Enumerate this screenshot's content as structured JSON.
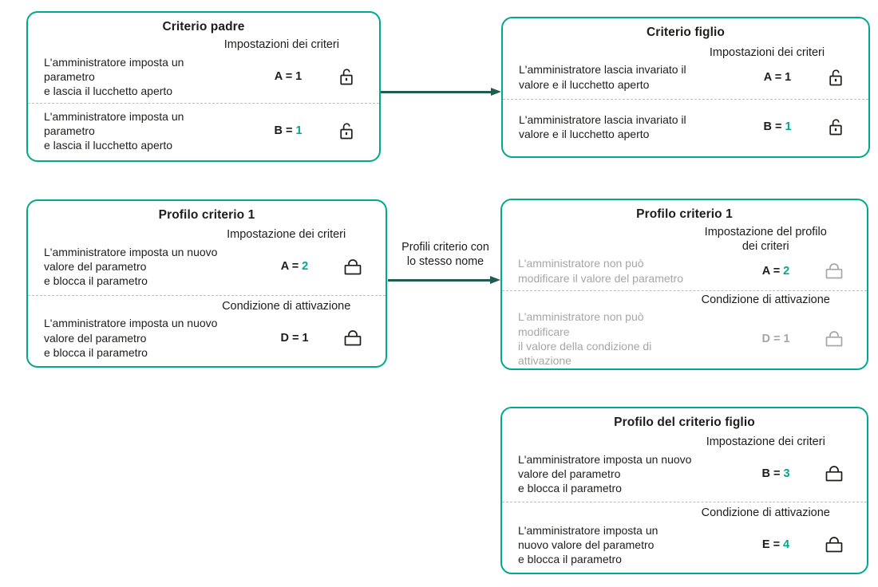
{
  "colors": {
    "accent": "#00a88e",
    "arrow": "#205c52",
    "text": "#1d1d1b",
    "muted_text": "#a6a6a6"
  },
  "arrows": {
    "inheritance": {
      "label": ""
    },
    "profiles_link": {
      "label": "Profili criterio con\nlo stesso nome"
    }
  },
  "boxes": {
    "parent_policy": {
      "title": "Criterio padre",
      "segments": [
        {
          "label": "Impostazioni dei criteri",
          "text": "L'amministratore imposta un\nparametro\n e lascia il lucchetto aperto",
          "value_label": "A =",
          "value_number": "1",
          "lock": "open"
        },
        {
          "text": "L'amministratore imposta un\nparametro\n e lascia il lucchetto aperto",
          "value_label": "B =",
          "value_number": "1",
          "lock": "open"
        }
      ]
    },
    "child_policy": {
      "title": "Criterio figlio",
      "segments": [
        {
          "label": "Impostazioni dei criteri",
          "text": "L'amministratore lascia invariato il\nvalore e il lucchetto aperto",
          "value_label": "A =",
          "value_number": "1",
          "lock": "open"
        },
        {
          "text": "L'amministratore lascia invariato il\nvalore e il lucchetto aperto",
          "value_label": "B =",
          "value_number": "1",
          "lock": "open"
        }
      ]
    },
    "policy_profile_1": {
      "title": "Profilo criterio 1",
      "segments": [
        {
          "label": "Impostazione dei criteri",
          "text": "L'amministratore imposta un nuovo\nvalore del parametro\n e blocca il parametro",
          "value_label": "A =",
          "value_number": "2",
          "lock": "closed"
        },
        {
          "label": "Condizione di attivazione",
          "text": "L'amministratore imposta un nuovo\nvalore del parametro\n e blocca il parametro",
          "value_label": "D =",
          "value_number": "1",
          "lock": "closed"
        }
      ]
    },
    "applied_policy_profile": {
      "title": "Profilo criterio 1",
      "segments": [
        {
          "label": "Impostazione del profilo\ndei criteri",
          "text": "L'amministratore non può\nmodificare il valore del parametro",
          "value_label": "A =",
          "value_number": "2",
          "lock": "closed"
        },
        {
          "label": "Condizione di attivazione",
          "text": "L'amministratore non può\nmodificare\n il valore della condizione di\nattivazione",
          "value_label": "D =",
          "value_number": "1",
          "lock": "closed"
        }
      ]
    },
    "child_policy_profile": {
      "title": "Profilo del criterio figlio",
      "segments": [
        {
          "label": "Impostazione dei criteri",
          "text": "L'amministratore imposta un nuovo\nvalore del parametro\n e blocca il parametro",
          "value_label": "B =",
          "value_number": "3",
          "lock": "closed"
        },
        {
          "label": "Condizione di attivazione",
          "text": "L'amministratore imposta un\nnuovo valore del parametro\n e blocca il parametro",
          "value_label": "E =",
          "value_number": "4",
          "lock": "closed"
        }
      ]
    }
  }
}
